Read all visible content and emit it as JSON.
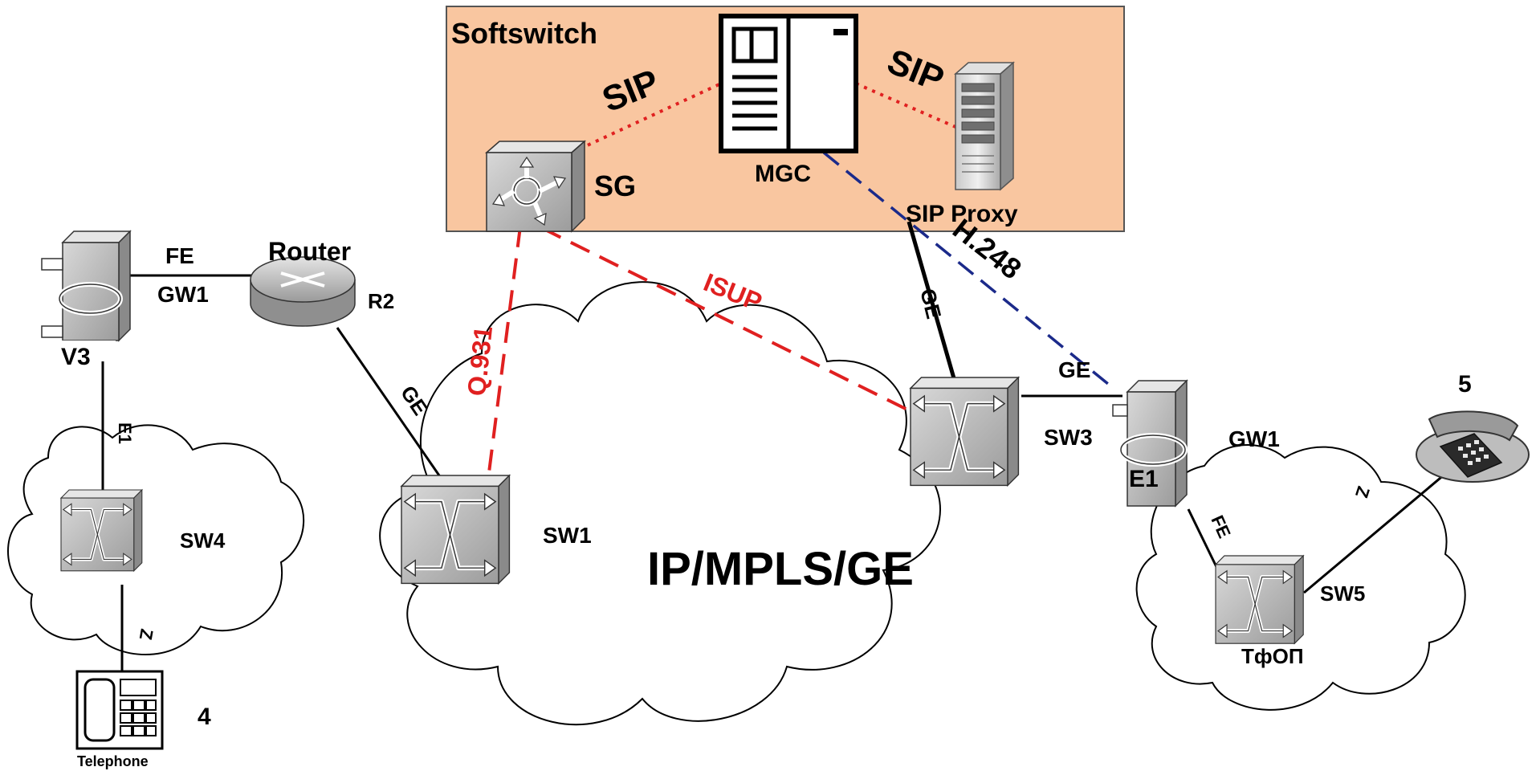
{
  "colors": {
    "softswitch_bg": "#f9c6a0",
    "signaling_red": "#e02020",
    "h248_blue": "#1b2a8a",
    "device_gray": "#b9b9b9"
  },
  "softswitch": {
    "title": "Softswitch",
    "sip_left": "SIP",
    "sip_right": "SIP",
    "sg_label": "SG",
    "mgc_label": "MGC",
    "sip_proxy_label": "SIP Proxy"
  },
  "left_site": {
    "gateway_label": "GW1",
    "fe_label": "FE",
    "v3_label": "V3",
    "router_label": "Router",
    "r2_label": "R2",
    "e1_label": "E1",
    "sw4_label": "SW4",
    "z_label": "Z",
    "telephone_label": "Telephone",
    "telephone_number": "4"
  },
  "core": {
    "cloud_label": "IP/MPLS/GE",
    "sw1_label": "SW1",
    "sw3_label": "SW3",
    "ge_router_link": "GE",
    "ge_proxy_link": "GE",
    "ge_gw_link": "GE",
    "q931_label": "Q.931",
    "isup_label": "ISUP",
    "h248_label": "H.248"
  },
  "right_site": {
    "gateway_label": "GW1",
    "e1_label": "E1",
    "fe_label": "FE",
    "sw5_label": "SW5",
    "pstn_label": "ТфОП",
    "z_label": "Z",
    "phone_number": "5"
  },
  "icons": [
    "gateway-icon",
    "router-icon",
    "switch-icon",
    "signaling-gateway-icon",
    "mgc-icon",
    "server-icon",
    "desk-phone-icon",
    "telephone-icon"
  ]
}
